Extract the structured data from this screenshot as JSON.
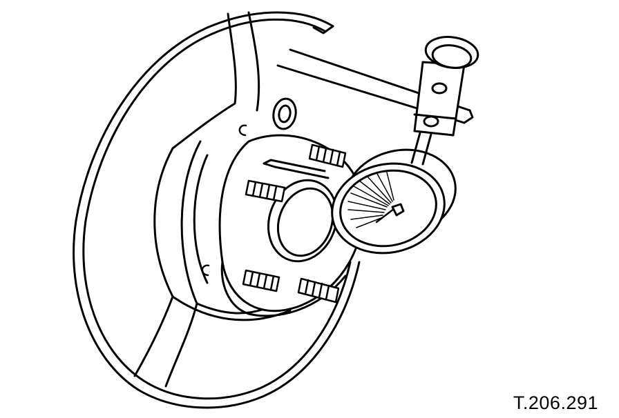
{
  "figure": {
    "code": "T.206.291",
    "colors": {
      "line": "#000000",
      "fill": "#ffffff"
    },
    "parts": [
      "brake-disc-dust-shield",
      "wheel-hub",
      "wheel-stud",
      "dial-indicator",
      "indicator-mounting-bar"
    ]
  }
}
